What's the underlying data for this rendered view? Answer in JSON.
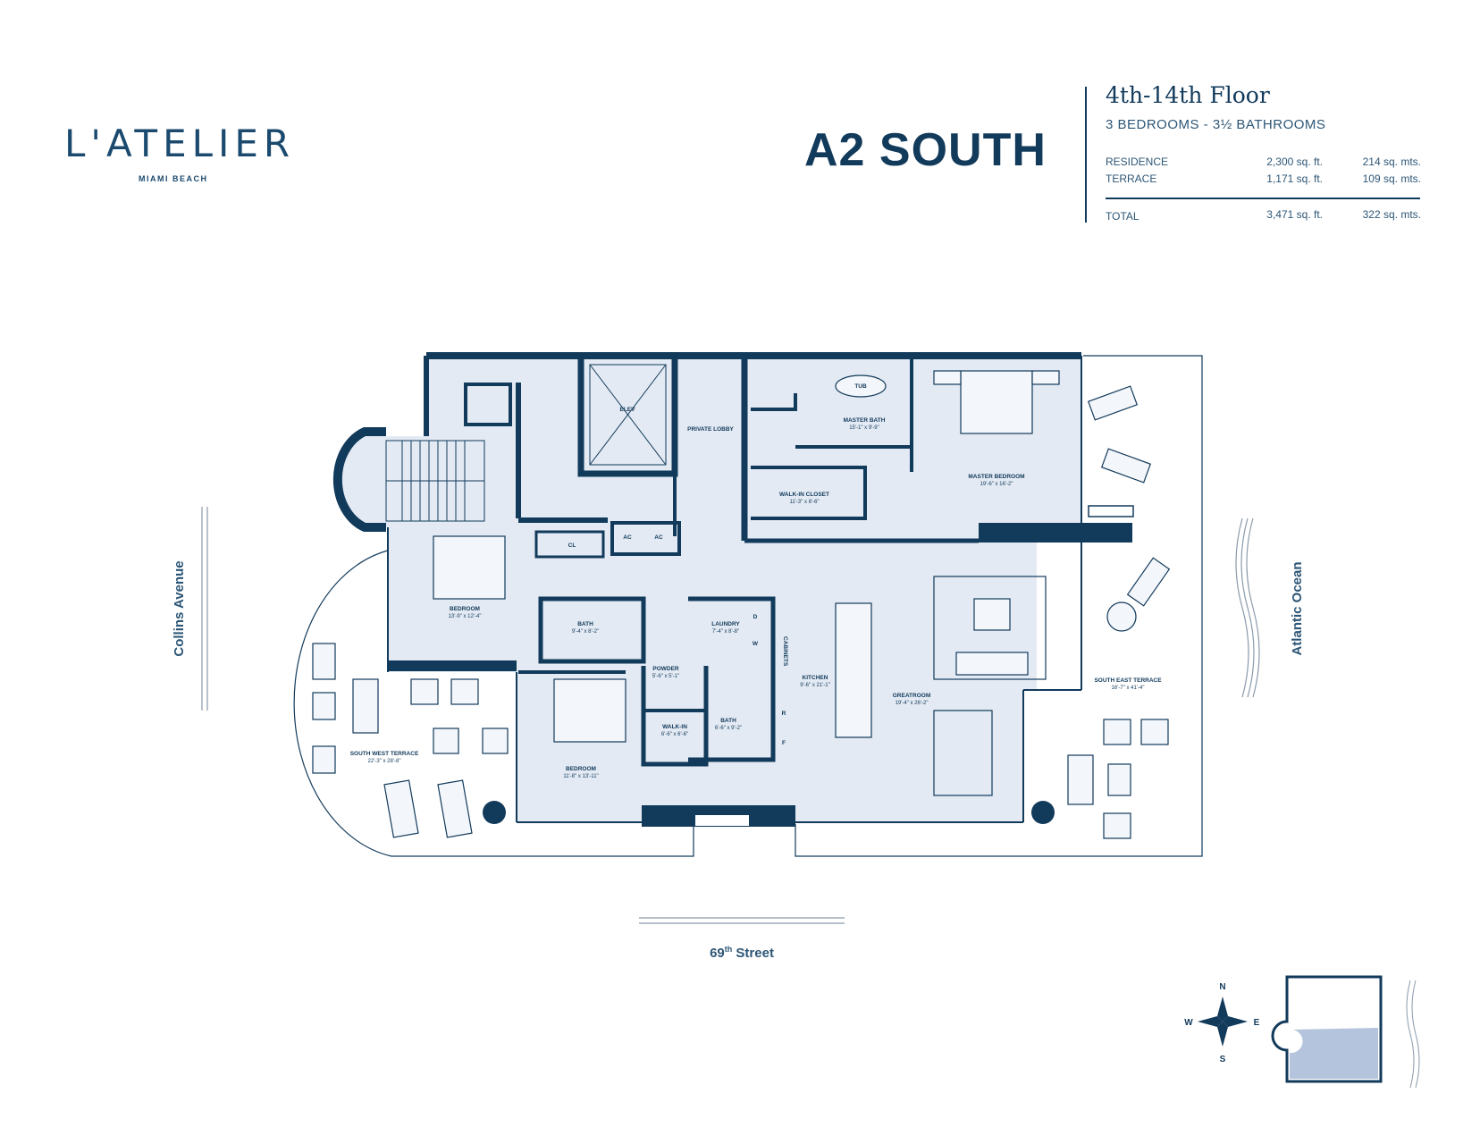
{
  "brand": {
    "name": "L'ATELIER",
    "location": "MIAMI BEACH"
  },
  "unit": {
    "name": "A2 SOUTH",
    "floors": "4th-14th Floor",
    "layout": "3 BEDROOMS - 3½ BATHROOMS"
  },
  "areas": [
    {
      "label": "RESIDENCE",
      "sqft": "2,300 sq. ft.",
      "sqm": "214 sq. mts."
    },
    {
      "label": "TERRACE",
      "sqft": "1,171 sq. ft.",
      "sqm": "109 sq. mts."
    }
  ],
  "total": {
    "label": "TOTAL",
    "sqft": "3,471 sq. ft.",
    "sqm": "322 sq. mts."
  },
  "streets": {
    "west": "Collins Avenue",
    "east": "Atlantic Ocean",
    "south_base": "69",
    "south_sup": "th",
    "south_suffix": " Street"
  },
  "rooms": [
    {
      "name": "ELEV",
      "dim": ""
    },
    {
      "name": "PRIVATE LOBBY",
      "dim": ""
    },
    {
      "name": "MASTER BATH",
      "dim": "15'-1\" x 9'-9\""
    },
    {
      "name": "TUB",
      "dim": ""
    },
    {
      "name": "MASTER BEDROOM",
      "dim": "19'-6\" x 16'-2\""
    },
    {
      "name": "WALK-IN CLOSET",
      "dim": "11'-3\" x 8'-6\""
    },
    {
      "name": "CL",
      "dim": ""
    },
    {
      "name": "AC",
      "dim": ""
    },
    {
      "name": "BEDROOM",
      "dim": "13'-9\" x 12'-4\""
    },
    {
      "name": "BATH",
      "dim": "9'-4\" x 8'-2\""
    },
    {
      "name": "LAUNDRY",
      "dim": "7'-4\" x 8'-8\""
    },
    {
      "name": "POWDER",
      "dim": "5'-6\" x 5'-1\""
    },
    {
      "name": "WALK-IN",
      "dim": "6'-6\" x 6'-6\""
    },
    {
      "name": "BATH",
      "dim": "6'-6\" x 9'-2\""
    },
    {
      "name": "BEDROOM",
      "dim": "11'-8\" x 13'-11\""
    },
    {
      "name": "KITCHEN",
      "dim": "9'-6\" x 21'-1\""
    },
    {
      "name": "GREATROOM",
      "dim": "19'-4\" x 26'-2\""
    },
    {
      "name": "SOUTH EAST TERRACE",
      "dim": "16'-7\" x 41'-4\""
    },
    {
      "name": "SOUTH WEST TERRACE",
      "dim": "22'-3\" x 28'-8\""
    },
    {
      "name": "CABINETS",
      "dim": ""
    },
    {
      "name": "D",
      "dim": ""
    },
    {
      "name": "W",
      "dim": ""
    },
    {
      "name": "R",
      "dim": ""
    },
    {
      "name": "F",
      "dim": ""
    }
  ],
  "compass": {
    "n": "N",
    "s": "S",
    "e": "E",
    "w": "W"
  },
  "colors": {
    "navy": "#123a5b",
    "fill": "#e3eaf3",
    "key_fill": "#b4c4dc"
  }
}
